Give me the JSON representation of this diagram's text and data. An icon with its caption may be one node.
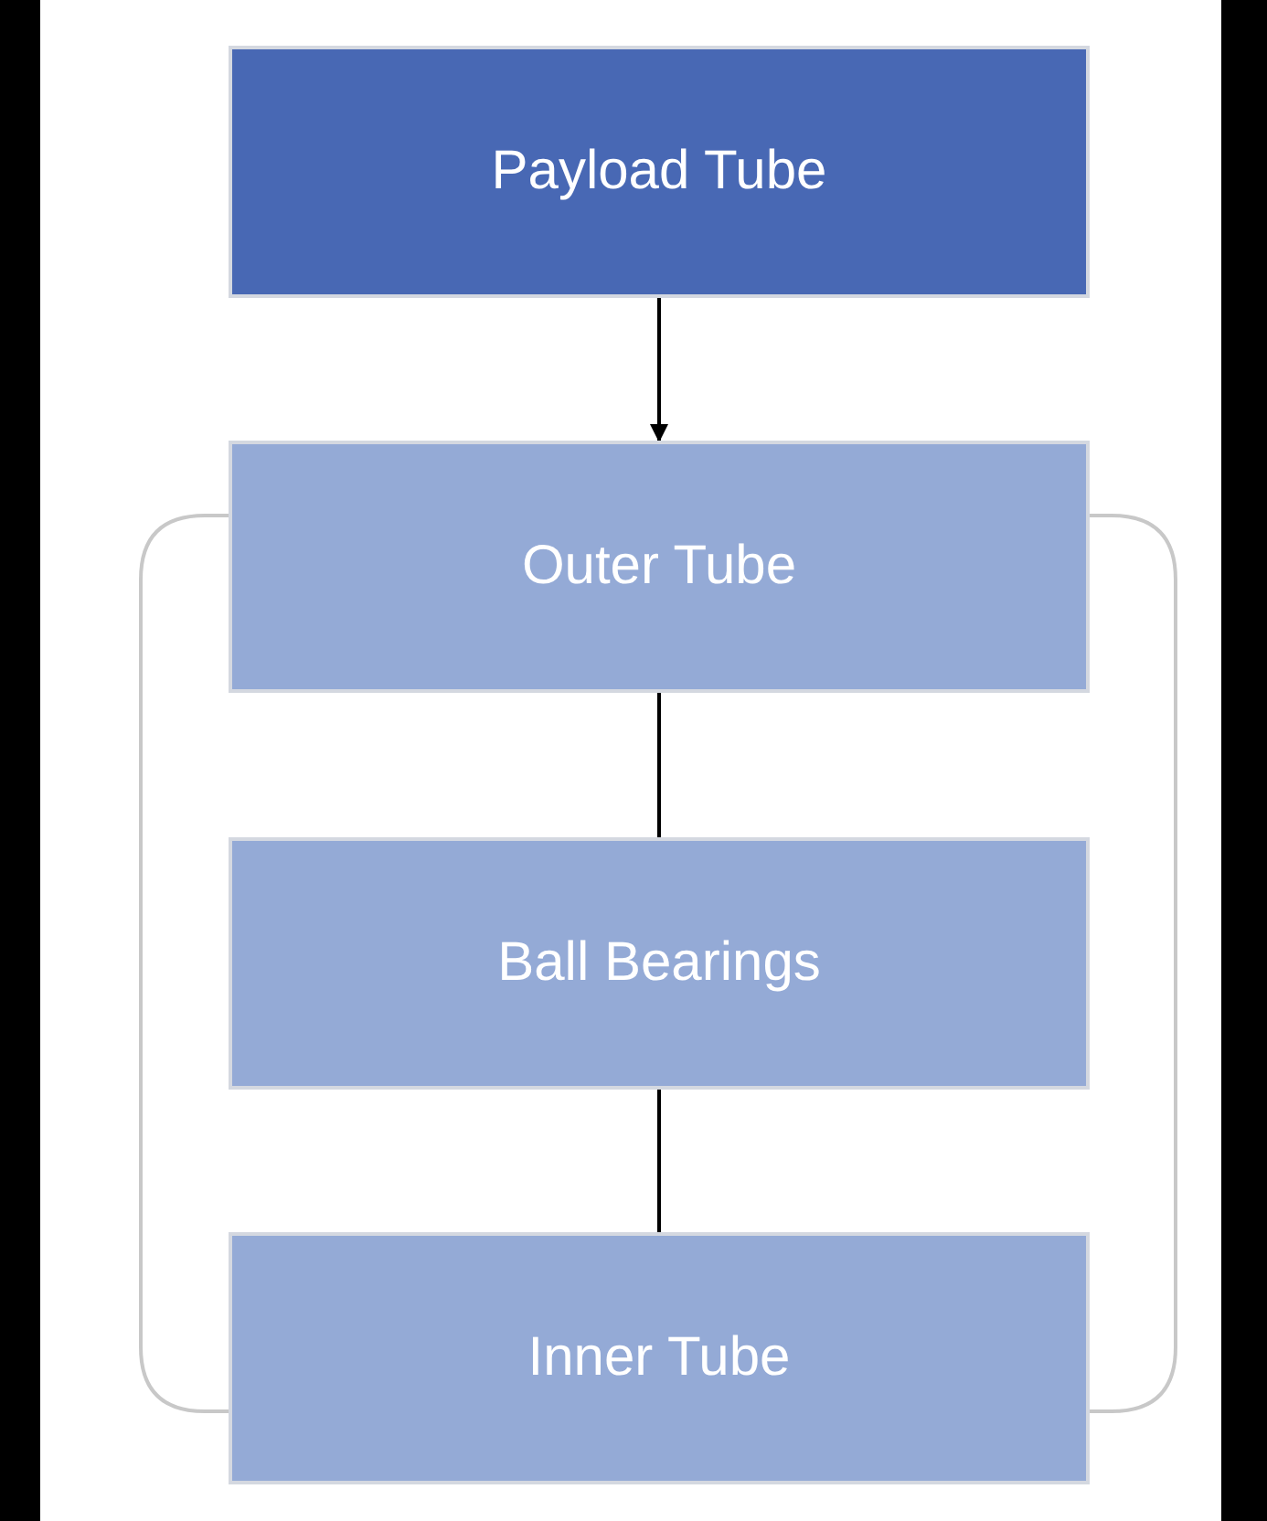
{
  "diagram": {
    "nodes": [
      {
        "text": [
          "Payload Tube"
        ]
      },
      {
        "text": [
          "Outer Tube"
        ]
      },
      {
        "text": [
          "Ball Bearings"
        ]
      },
      {
        "text": [
          "Inner Tube"
        ]
      }
    ],
    "edges": [
      {
        "from": 0,
        "to": 1,
        "arrow": "to"
      },
      {
        "from": 1,
        "to": 2,
        "arrow": "none"
      },
      {
        "from": 2,
        "to": 3,
        "arrow": "none"
      }
    ]
  }
}
